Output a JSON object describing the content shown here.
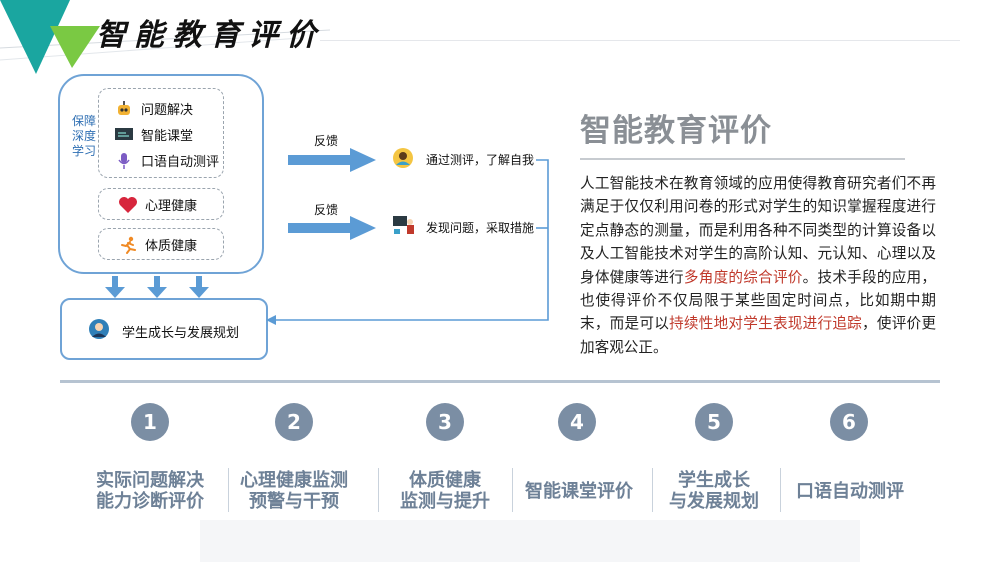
{
  "header": {
    "title": "智能教育评价"
  },
  "left_diagram": {
    "vertical_label": "保障深度学习",
    "group_items": [
      {
        "label": "问题解决",
        "icon": "robot-icon"
      },
      {
        "label": "智能课堂",
        "icon": "blackboard-icon"
      },
      {
        "label": "口语自动测评",
        "icon": "microphone-icon"
      }
    ],
    "health_items": [
      {
        "label": "心理健康",
        "icon": "heart-icon"
      },
      {
        "label": "体质健康",
        "icon": "running-person-icon"
      }
    ],
    "bottom_label": "学生成长与发展规划",
    "arrow_labels": [
      "反馈",
      "反馈"
    ],
    "flow_items": [
      "通过测评，了解自我",
      "发现问题，采取措施"
    ]
  },
  "right_panel": {
    "title": "智能教育评价",
    "body_parts": [
      "人工智能技术在教育领域的应用使得教育研究者们不再满足于仅仅利用问卷的形式对学生的知识掌握程度进行定点静态的测量，而是利用各种不同类型的计算设备以及人工智能技术对学生的高阶认知、元认知、心理以及身体健康等进行",
      "多角度的综合评价",
      "。技术手段的应用，也使得评价不仅局限于某些固定时间点，比如期中期末，而是可以",
      "持续性地对学生表现进行追踪",
      "，使评价更加客观公正。"
    ]
  },
  "steps": [
    {
      "num": "1",
      "line1": "实际问题解决",
      "line2": "能力诊断评价"
    },
    {
      "num": "2",
      "line1": "心理健康监测",
      "line2": "预警与干预"
    },
    {
      "num": "3",
      "line1": "体质健康",
      "line2": "监测与提升"
    },
    {
      "num": "4",
      "line1": "智能课堂评价",
      "line2": ""
    },
    {
      "num": "5",
      "line1": "学生成长",
      "line2": "与发展规划"
    },
    {
      "num": "6",
      "line1": "口语自动测评",
      "line2": ""
    }
  ],
  "colors": {
    "accent_blue": "#5b9bd5",
    "step_gray": "#7b8ea4",
    "highlight": "#c0392b",
    "teal": "#1aa6a0",
    "green": "#7ac943"
  }
}
